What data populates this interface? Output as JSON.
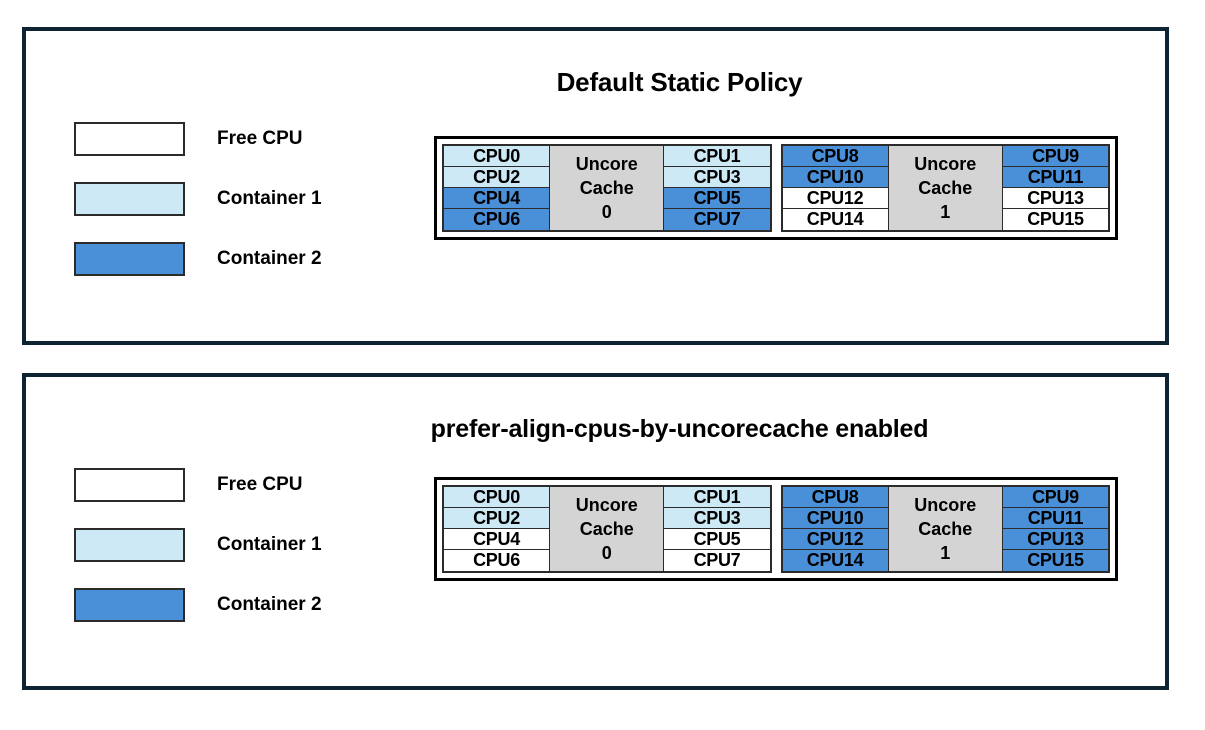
{
  "colors": {
    "free_cpu": "#ffffff",
    "container1": "#cce9f5",
    "container2": "#4a90d9",
    "uncore_cache": "#d4d4d4",
    "panel_border": "#0e2433",
    "cell_border": "#2b2b2b"
  },
  "legend": {
    "items": [
      {
        "label": "Free CPU",
        "fill": "free"
      },
      {
        "label": "Container 1",
        "fill": "c1"
      },
      {
        "label": "Container 2",
        "fill": "c2"
      }
    ]
  },
  "panels": [
    {
      "id": "default-static-policy",
      "title": "Default Static Policy",
      "cache_groups": [
        {
          "cache_label_lines": [
            "Uncore",
            "Cache",
            "0"
          ],
          "left_column": [
            {
              "label": "CPU0",
              "fill": "c1"
            },
            {
              "label": "CPU2",
              "fill": "c1"
            },
            {
              "label": "CPU4",
              "fill": "c2"
            },
            {
              "label": "CPU6",
              "fill": "c2"
            }
          ],
          "right_column": [
            {
              "label": "CPU1",
              "fill": "c1"
            },
            {
              "label": "CPU3",
              "fill": "c1"
            },
            {
              "label": "CPU5",
              "fill": "c2"
            },
            {
              "label": "CPU7",
              "fill": "c2"
            }
          ]
        },
        {
          "cache_label_lines": [
            "Uncore",
            "Cache",
            "1"
          ],
          "left_column": [
            {
              "label": "CPU8",
              "fill": "c2"
            },
            {
              "label": "CPU10",
              "fill": "c2"
            },
            {
              "label": "CPU12",
              "fill": "free"
            },
            {
              "label": "CPU14",
              "fill": "free"
            }
          ],
          "right_column": [
            {
              "label": "CPU9",
              "fill": "c2"
            },
            {
              "label": "CPU11",
              "fill": "c2"
            },
            {
              "label": "CPU13",
              "fill": "free"
            },
            {
              "label": "CPU15",
              "fill": "free"
            }
          ]
        }
      ]
    },
    {
      "id": "prefer-align-cpus-by-uncorecache-enabled",
      "title": "prefer-align-cpus-by-uncorecache enabled",
      "cache_groups": [
        {
          "cache_label_lines": [
            "Uncore",
            "Cache",
            "0"
          ],
          "left_column": [
            {
              "label": "CPU0",
              "fill": "c1"
            },
            {
              "label": "CPU2",
              "fill": "c1"
            },
            {
              "label": "CPU4",
              "fill": "free"
            },
            {
              "label": "CPU6",
              "fill": "free"
            }
          ],
          "right_column": [
            {
              "label": "CPU1",
              "fill": "c1"
            },
            {
              "label": "CPU3",
              "fill": "c1"
            },
            {
              "label": "CPU5",
              "fill": "free"
            },
            {
              "label": "CPU7",
              "fill": "free"
            }
          ]
        },
        {
          "cache_label_lines": [
            "Uncore",
            "Cache",
            "1"
          ],
          "left_column": [
            {
              "label": "CPU8",
              "fill": "c2"
            },
            {
              "label": "CPU10",
              "fill": "c2"
            },
            {
              "label": "CPU12",
              "fill": "c2"
            },
            {
              "label": "CPU14",
              "fill": "c2"
            }
          ],
          "right_column": [
            {
              "label": "CPU9",
              "fill": "c2"
            },
            {
              "label": "CPU11",
              "fill": "c2"
            },
            {
              "label": "CPU13",
              "fill": "c2"
            },
            {
              "label": "CPU15",
              "fill": "c2"
            }
          ]
        }
      ]
    }
  ]
}
